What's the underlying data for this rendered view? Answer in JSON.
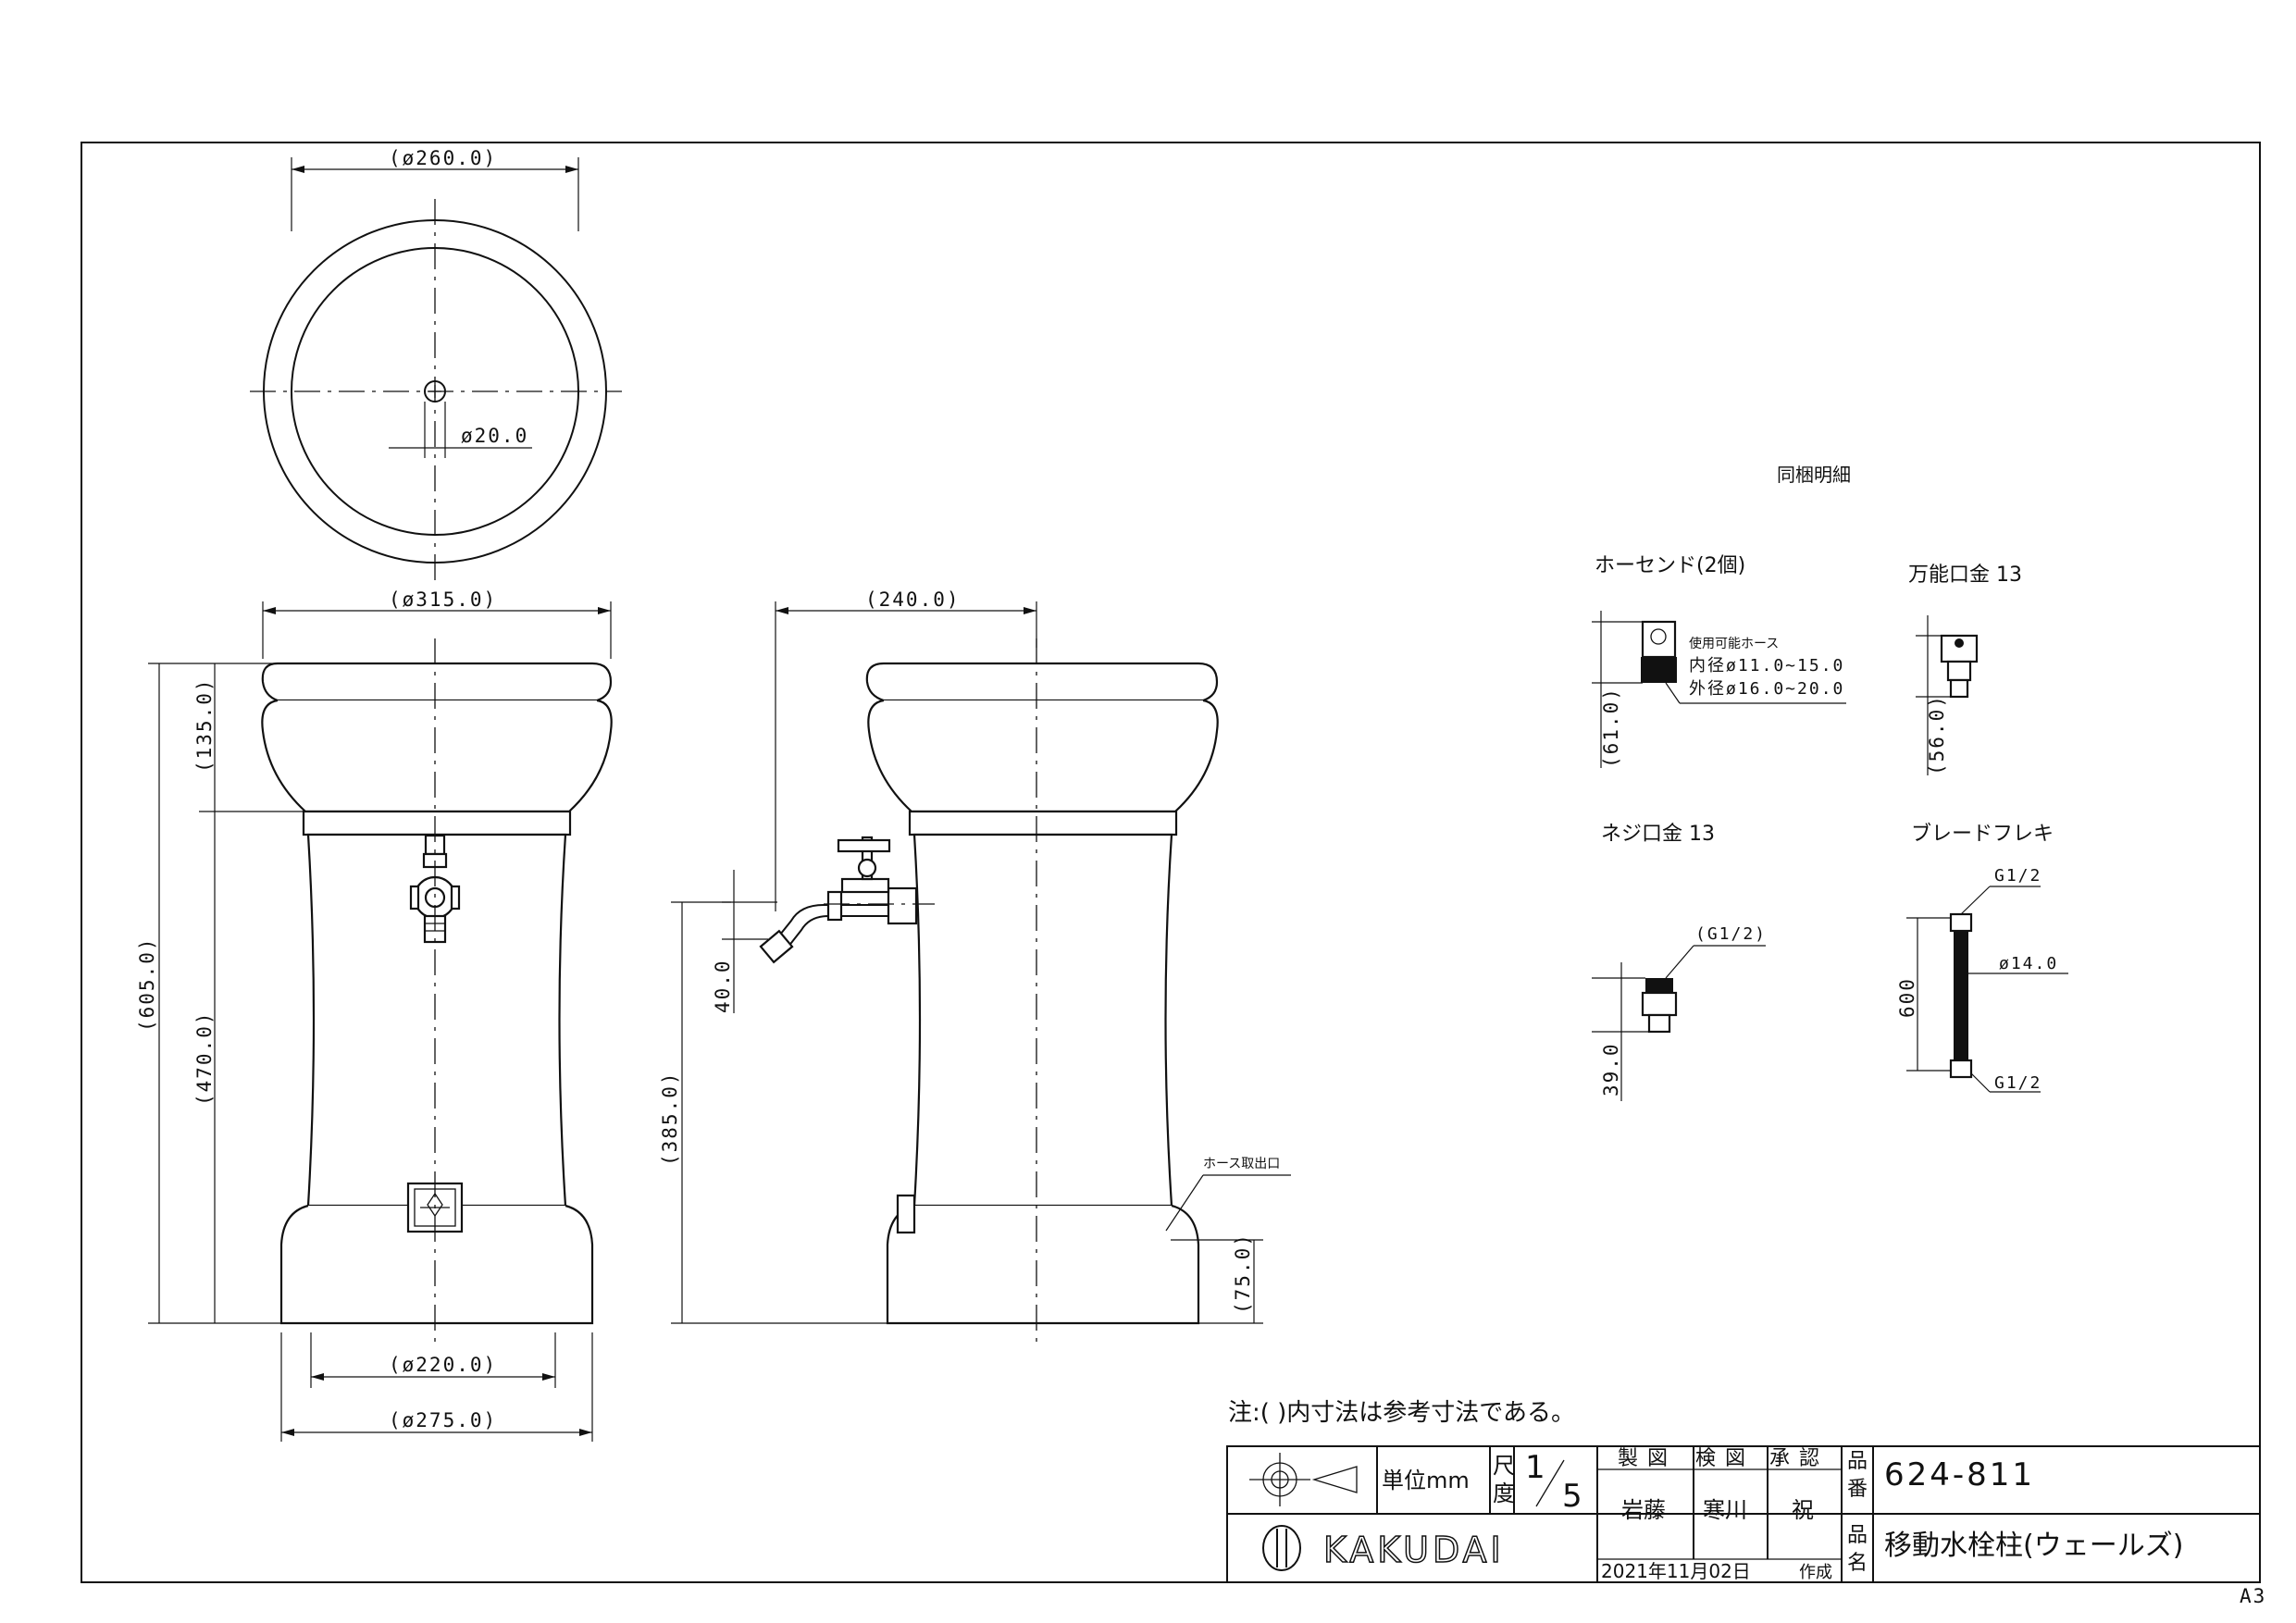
{
  "drawing": {
    "dims_plan": {
      "top_dia": "(ø260.0)",
      "hole_dia": "ø20.0"
    },
    "dims_front": {
      "bowl_dia": "(ø315.0)",
      "height_total": "(605.0)",
      "bowl_height": "(135.0)",
      "column_height": "(470.0)",
      "base_upper_dia": "(ø220.0)",
      "base_dia": "(ø275.0)"
    },
    "dims_side": {
      "depth": "(240.0)",
      "spout_offset": "40.0",
      "faucet_height": "(385.0)",
      "outlet_height": "(75.0)",
      "outlet_label": "ホース取出口"
    },
    "accessories": {
      "title": "同梱明細",
      "hose_end": {
        "label": "ホーセンド(2個)",
        "note1": "使用可能ホース",
        "note2": "内径ø11.0~15.0",
        "note3": "外径ø16.0~20.0",
        "dim": "(61.0)"
      },
      "universal": {
        "label": "万能口金 13",
        "dim": "(56.0)"
      },
      "screw": {
        "label": "ネジ口金 13",
        "thread": "(G1/2)",
        "dim": "39.0"
      },
      "braided": {
        "label": "ブレードフレキ",
        "top": "G1/2",
        "bottom": "G1/2",
        "dia": "ø14.0",
        "len": "600"
      }
    },
    "note": "注:( )内寸法は参考寸法である。"
  },
  "title_block": {
    "unit": "単位mm",
    "scale_label": "尺度",
    "scale_num": "1",
    "scale_den": "5",
    "made_label": "製図",
    "check_label": "検図",
    "approve_label": "承認",
    "made_by": "岩藤",
    "check_by": "寒川",
    "approve_by": "祝",
    "date": "2021年11月02日",
    "created": "作成",
    "no_label": "品番",
    "name_label": "品名",
    "product_no": "624-811",
    "product_name": "移動水栓柱(ウェールズ)",
    "brand": "KAKUDAI"
  },
  "sheet_size": "A3"
}
